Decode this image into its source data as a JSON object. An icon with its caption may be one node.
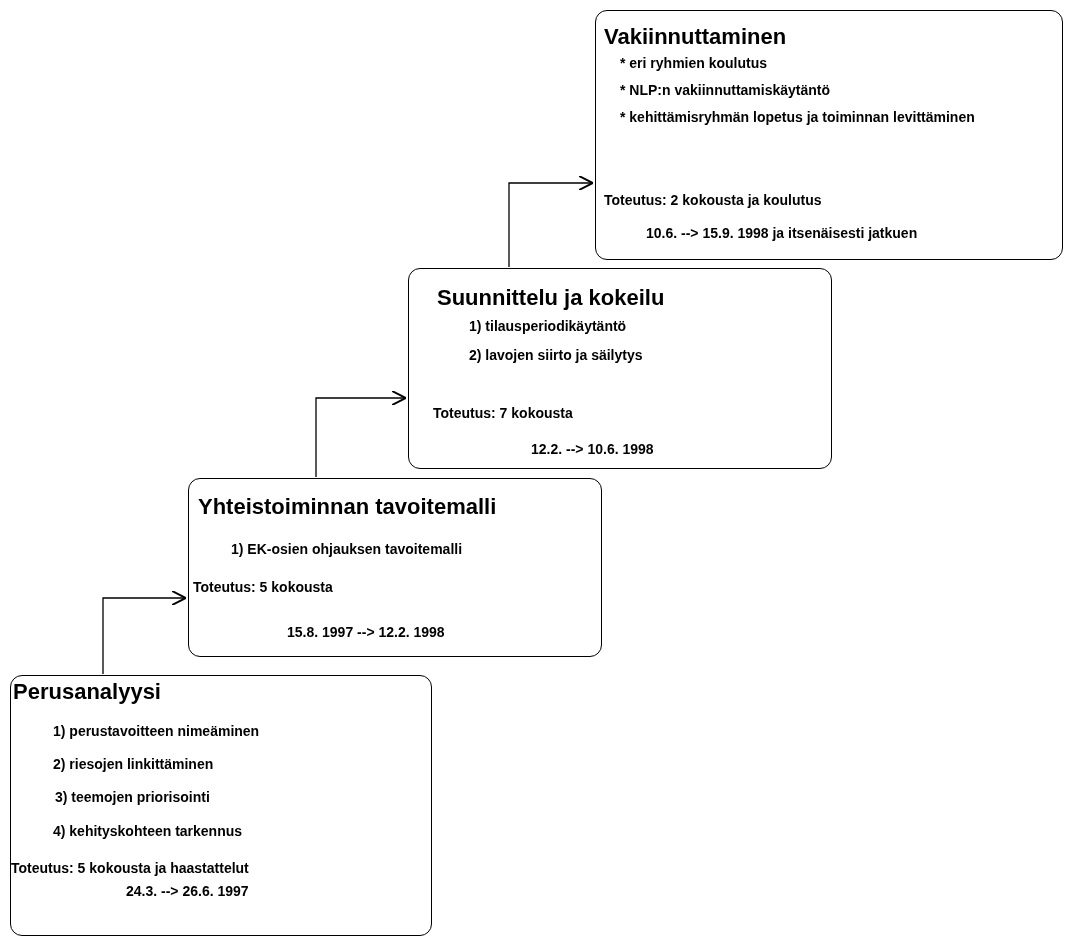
{
  "diagram": {
    "nodes": [
      {
        "text": [
          "Perusanalyysi",
          "1) perustavoitteen nimeäminen",
          "2) riesojen linkittäminen",
          "3) teemojen priorisointi",
          "4) kehityskohteen tarkennus",
          "Toteutus: 5 kokousta ja haastattelut",
          "24.3. --> 26.6. 1997"
        ]
      },
      {
        "text": [
          "Yhteistoiminnan tavoitemalli",
          "1) EK-osien ohjauksen tavoitemalli",
          "Toteutus: 5 kokousta",
          "15.8. 1997 --> 12.2. 1998"
        ]
      },
      {
        "text": [
          "Suunnittelu ja kokeilu",
          "1) tilausperiodikäytäntö",
          "2) lavojen siirto ja säilytys",
          "Toteutus: 7 kokousta",
          "12.2. --> 10.6. 1998"
        ]
      },
      {
        "text": [
          "Vakiinnuttaminen",
          "* eri ryhmien koulutus",
          "* NLP:n vakiinnuttamiskäytäntö",
          "* kehittämisryhmän lopetus ja toiminnan levittäminen",
          "Toteutus: 2 kokousta ja koulutus",
          "10.6. --> 15.9. 1998 ja itsenäisesti jatkuen"
        ]
      }
    ],
    "edges": [
      {
        "from": 0,
        "to": 1,
        "arrow": "to"
      },
      {
        "from": 1,
        "to": 2,
        "arrow": "to"
      },
      {
        "from": 2,
        "to": 3,
        "arrow": "to"
      }
    ]
  }
}
